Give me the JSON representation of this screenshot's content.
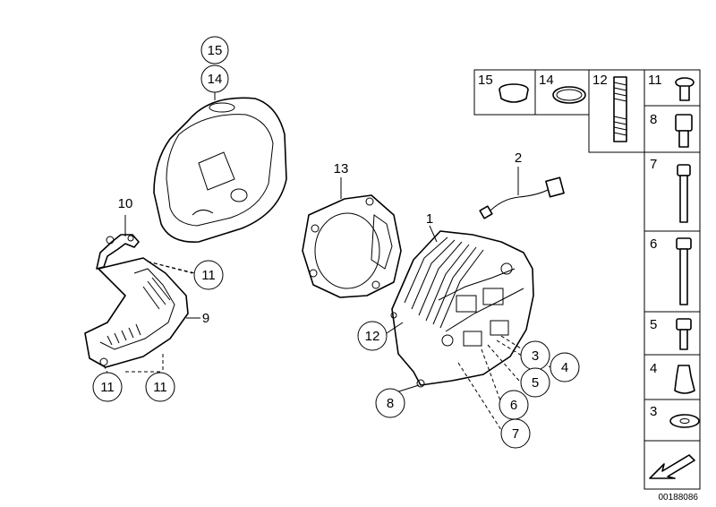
{
  "diagram": {
    "reference_number": "00188086",
    "callouts": {
      "c15": "15",
      "c14": "14",
      "c10": "10",
      "c11a": "11",
      "c9": "9",
      "c11b": "11",
      "c11c": "11",
      "c13": "13",
      "c1": "1",
      "c2": "2",
      "c12": "12",
      "c8": "8",
      "c3": "3",
      "c4": "4",
      "c5": "5",
      "c6": "6",
      "c7": "7"
    },
    "legend": [
      {
        "id": "l15",
        "label": "15"
      },
      {
        "id": "l14",
        "label": "14"
      },
      {
        "id": "l12",
        "label": "12"
      },
      {
        "id": "l11",
        "label": "11"
      },
      {
        "id": "l8",
        "label": "8"
      },
      {
        "id": "l7",
        "label": "7"
      },
      {
        "id": "l6",
        "label": "6"
      },
      {
        "id": "l5",
        "label": "5"
      },
      {
        "id": "l4",
        "label": "4"
      },
      {
        "id": "l3",
        "label": "3"
      }
    ]
  }
}
